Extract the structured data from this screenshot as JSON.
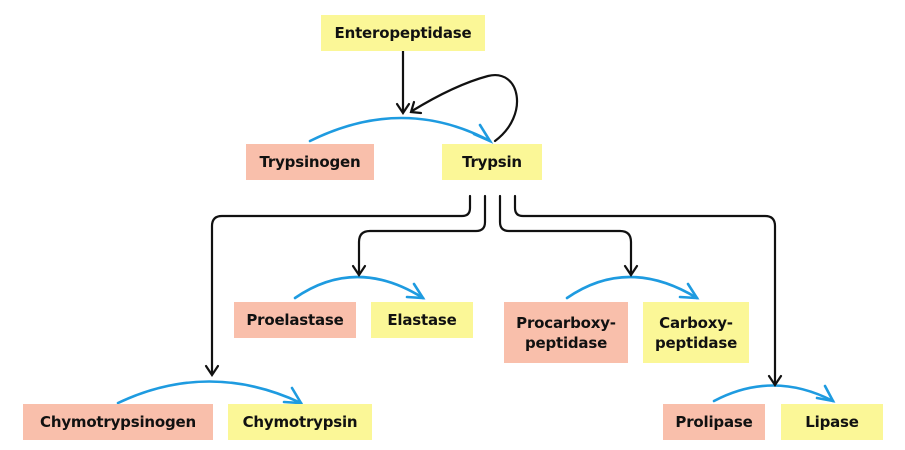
{
  "colors": {
    "active_enzyme_fill": "#fbf797",
    "zymogen_fill": "#f9bfab",
    "activation_arrow": "#1e9be0",
    "catalysis_arrow": "#111111"
  },
  "nodes": {
    "enteropeptidase": "Enteropeptidase",
    "trypsinogen": "Trypsinogen",
    "trypsin": "Trypsin",
    "proelastase": "Proelastase",
    "elastase": "Elastase",
    "procarboxypeptidase_line1": "Procarboxy-",
    "procarboxypeptidase_line2": "peptidase",
    "carboxypeptidase_line1": "Carboxy-",
    "carboxypeptidase_line2": "peptidase",
    "chymotrypsinogen": "Chymotrypsinogen",
    "chymotrypsin": "Chymotrypsin",
    "prolipase": "Prolipase",
    "lipase": "Lipase"
  },
  "edges": [
    {
      "from": "Trypsinogen",
      "to": "Trypsin",
      "type": "activation",
      "catalysts": [
        "Enteropeptidase",
        "Trypsin"
      ]
    },
    {
      "from": "Chymotrypsinogen",
      "to": "Chymotrypsin",
      "type": "activation",
      "catalysts": [
        "Trypsin"
      ]
    },
    {
      "from": "Proelastase",
      "to": "Elastase",
      "type": "activation",
      "catalysts": [
        "Trypsin"
      ]
    },
    {
      "from": "Procarboxypeptidase",
      "to": "Carboxypeptidase",
      "type": "activation",
      "catalysts": [
        "Trypsin"
      ]
    },
    {
      "from": "Prolipase",
      "to": "Lipase",
      "type": "activation",
      "catalysts": [
        "Trypsin"
      ]
    }
  ]
}
